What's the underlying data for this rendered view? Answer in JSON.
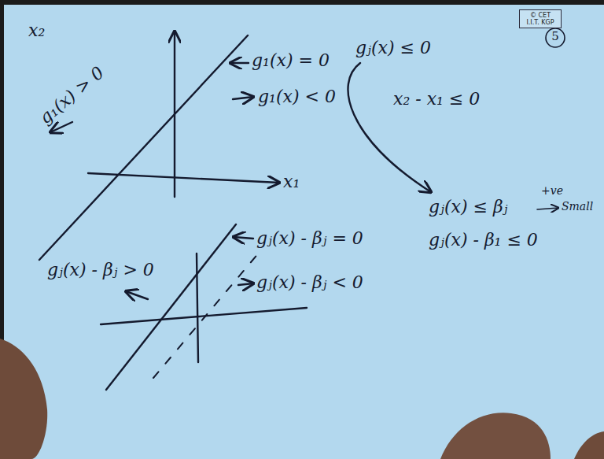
{
  "diagram": {
    "nodes": [
      {
        "text": [
          "© CET I.I.T. KGP"
        ]
      }
    ],
    "labels": [
      "x₂",
      "x₁",
      "g₁(x) = 0",
      "g₁(x) < 0",
      "g₁(x) > 0",
      "5",
      "gⱼ(x) ≤ 0",
      "x₂ - x₁ ≤ 0",
      "gⱼ(x) ≤ βⱼ",
      "+ve",
      "Small",
      "gⱼ(x) - β₁ ≤ 0",
      "gⱼ(x) - βⱼ = 0",
      "gⱼ(x) - βⱼ < 0",
      "gⱼ(x) - βⱼ > 0"
    ]
  }
}
